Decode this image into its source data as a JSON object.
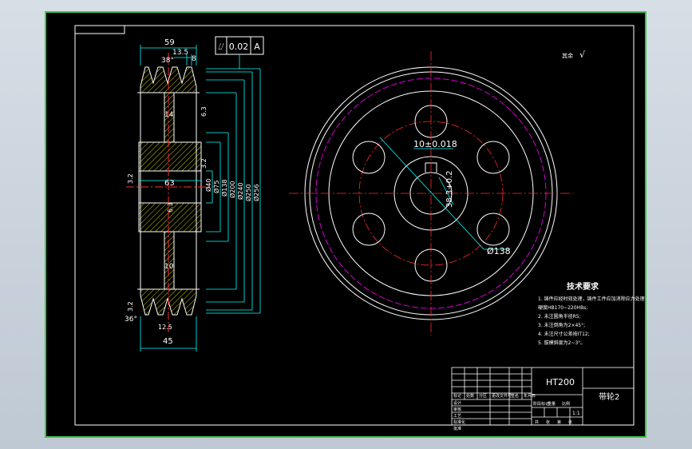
{
  "colors": {
    "background": "#000000",
    "outline": "#ffffff",
    "dimension": "#00ffff",
    "centerline": "#ff2a2a",
    "pitch": "#d400d4",
    "hatch": "#ffff00",
    "border": "#3fc64a"
  },
  "side_view": {
    "dims": {
      "width_top": "59",
      "groove_pitch": "13.5",
      "groove_edge": "8",
      "groove_angle_top": "38°",
      "rim_web": "14",
      "bore_len": "63",
      "web_bottom": "10",
      "groove_angle_bottom": "36°",
      "width_bottom": "45",
      "dia_bore": "Ø40",
      "dia_hub": "Ø75",
      "dia_holes": "Ø138",
      "dia_web": "Ø200",
      "dia_inner_rim": "Ø240",
      "dia_pitch": "Ø250",
      "dia_outer": "Ø256",
      "roughness_1": "6.3",
      "roughness_2": "3.2",
      "roughness_3": "3.2",
      "roughness_4": "6.3",
      "roughness_5": "3.2",
      "roughness_6": "12.5"
    },
    "tolerance": {
      "symbol": "⌰",
      "value": "0.02",
      "datum": "A"
    }
  },
  "front_view": {
    "dims": {
      "keyway_width": "10±0.018",
      "keyway_depth": "38.3+0.2",
      "hole_circle": "Ø138"
    },
    "holes": 6
  },
  "roughness_note": {
    "label": "其余",
    "symbol": "√"
  },
  "notes": {
    "title": "技术要求",
    "items": [
      "1. 铸件应经时效处理，铸件工件应加消除应力处理",
      "   硬度HB170~220HBs;",
      "2. 未注圆角半径R5;",
      "3. 未注倒角为2×45°;",
      "4. 未注尺寸公差按IT12;",
      "5. 拔模斜度为2~3°。"
    ]
  },
  "title_block": {
    "material": "HT200",
    "part_name": "带轮2",
    "scale": "1:1",
    "labels": [
      "标记",
      "处数",
      "分区",
      "更改文件号",
      "签名",
      "年月日"
    ],
    "role_labels": [
      "设计",
      "审核",
      "工艺",
      "标准化",
      "批准"
    ],
    "stage_labels": [
      "阶段标记",
      "重量",
      "比例"
    ],
    "sheet_labels": [
      "共",
      "张",
      "第",
      "张"
    ]
  }
}
